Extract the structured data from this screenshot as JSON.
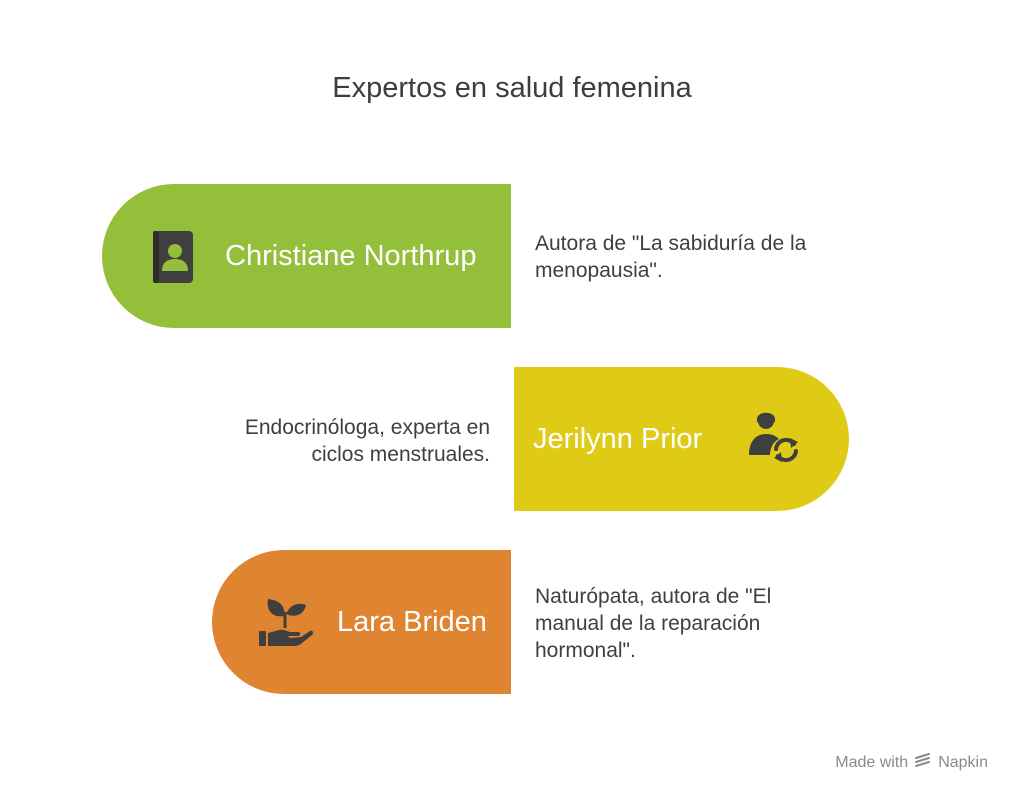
{
  "title": "Expertos en salud femenina",
  "colors": {
    "green": "#93bf3a",
    "yellow": "#dfcb16",
    "orange": "#df8430",
    "icon": "#3f3f3f"
  },
  "experts": [
    {
      "name": "Christiane Northrup",
      "icon": "book-person-icon",
      "description": [
        "Autora de \"La sabiduría de la",
        "menopausia\"."
      ]
    },
    {
      "name": "Jerilynn Prior",
      "icon": "person-cycle-icon",
      "description": [
        "Endocrinóloga, experta en",
        "ciclos menstruales."
      ]
    },
    {
      "name": "Lara Briden",
      "icon": "hand-plant-icon",
      "description": [
        "Naturópata, autora de \"El",
        "manual de la reparación",
        "hormonal\"."
      ]
    }
  ],
  "watermark": {
    "prefix": "Made with",
    "brand": "Napkin"
  }
}
